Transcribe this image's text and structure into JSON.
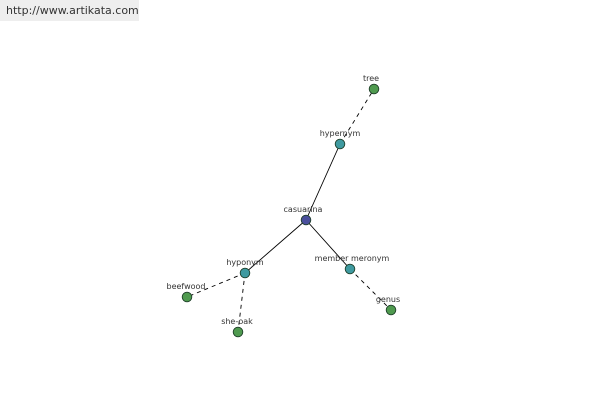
{
  "site": {
    "url": "http://www.artikata.com"
  },
  "graph": {
    "colors": {
      "center": "#4a4f9c",
      "relation": "#3f9aa0",
      "leaf": "#4f9a4f",
      "edge": "#000000",
      "stroke": "#1f3f2a"
    },
    "nodes": [
      {
        "id": "casuarina",
        "label": "casuarina",
        "kind": "center"
      },
      {
        "id": "hypernym",
        "label": "hypernym",
        "kind": "relation"
      },
      {
        "id": "tree",
        "label": "tree",
        "kind": "leaf"
      },
      {
        "id": "hyponym",
        "label": "hyponym",
        "kind": "relation"
      },
      {
        "id": "beefwood",
        "label": "beefwood",
        "kind": "leaf"
      },
      {
        "id": "she-oak",
        "label": "she-oak",
        "kind": "leaf"
      },
      {
        "id": "member-meronym",
        "label": "member meronym",
        "kind": "relation"
      },
      {
        "id": "genus",
        "label": "genus",
        "kind": "leaf"
      }
    ],
    "edges": [
      {
        "from": "casuarina",
        "to": "hypernym",
        "style": "solid"
      },
      {
        "from": "hypernym",
        "to": "tree",
        "style": "dashed"
      },
      {
        "from": "casuarina",
        "to": "hyponym",
        "style": "solid"
      },
      {
        "from": "hyponym",
        "to": "beefwood",
        "style": "dashed"
      },
      {
        "from": "hyponym",
        "to": "she-oak",
        "style": "dashed"
      },
      {
        "from": "casuarina",
        "to": "member-meronym",
        "style": "solid"
      },
      {
        "from": "member-meronym",
        "to": "genus",
        "style": "dashed"
      }
    ]
  }
}
